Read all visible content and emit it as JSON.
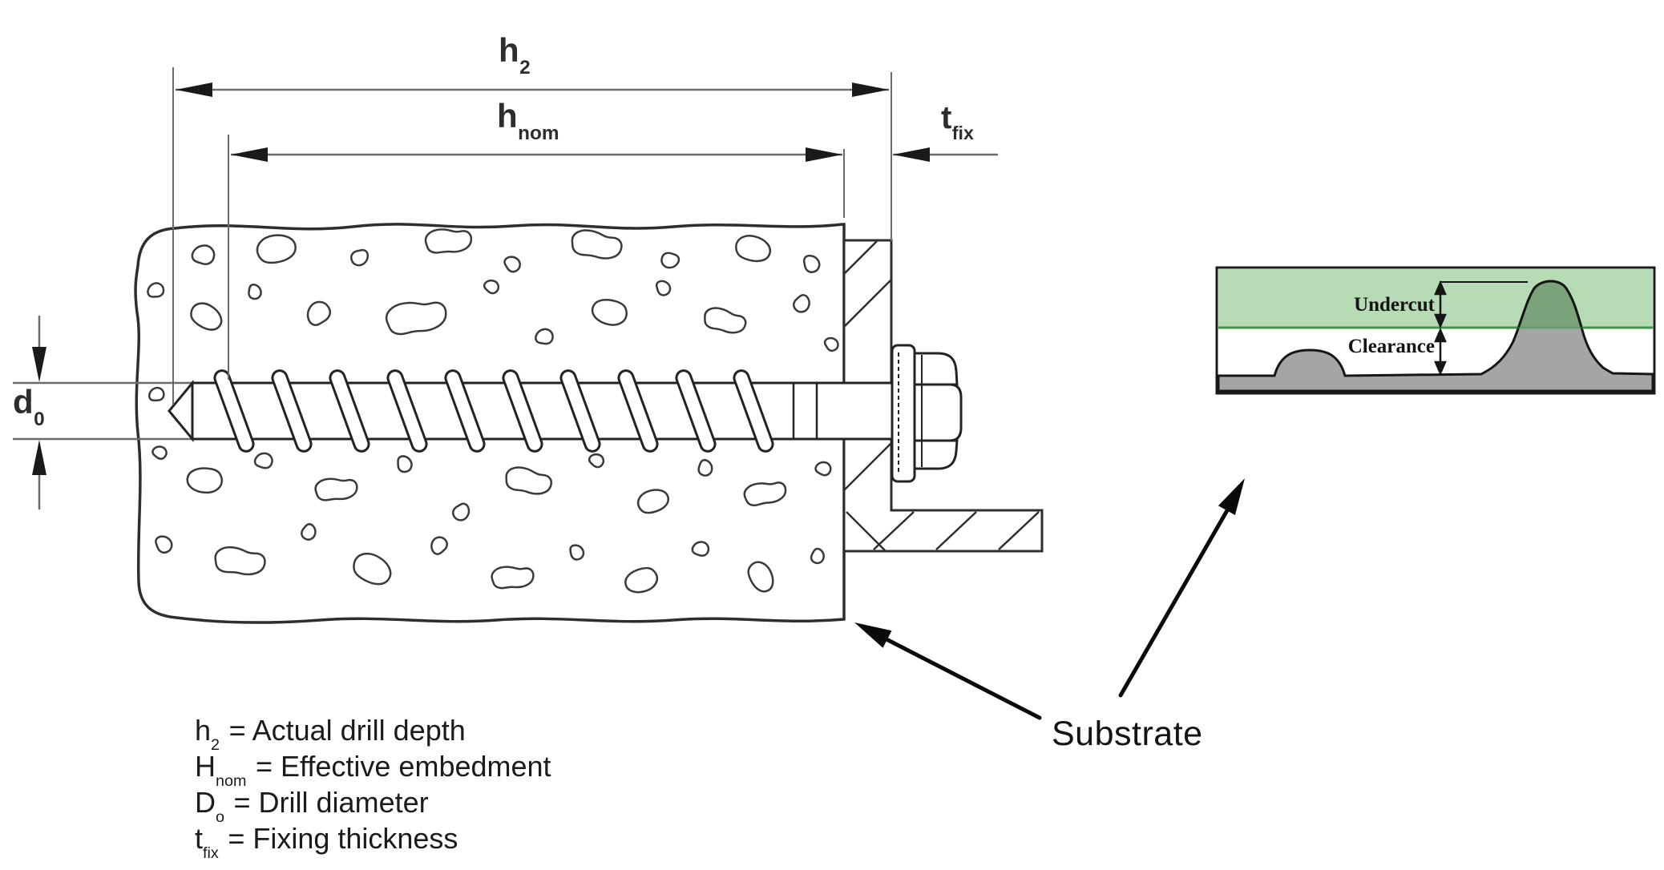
{
  "figure": {
    "dimension_labels": {
      "h2": {
        "base": "h",
        "sub": "2"
      },
      "hnom": {
        "base": "h",
        "sub": "nom"
      },
      "tfix": {
        "base": "t",
        "sub": "fix"
      },
      "d0": {
        "base": "d",
        "sub": "0"
      }
    },
    "legend": {
      "items": [
        {
          "base": "h",
          "sub": "2",
          "desc": "= Actual drill depth"
        },
        {
          "base": "H",
          "sub": "nom",
          "desc": "= Effective embedment"
        },
        {
          "base": "D",
          "sub": "o",
          "desc": "= Drill diameter"
        },
        {
          "base": "t",
          "sub": "fix",
          "desc": "= Fixing thickness"
        }
      ]
    },
    "callout": {
      "label": "Substrate"
    },
    "inset": {
      "labels": {
        "undercut": "Undercut",
        "clearance": "Clearance"
      },
      "colors": {
        "band_green": "#b7dcb5",
        "line_green": "#3a9747",
        "substrate_gray": "#a5a5a5",
        "peak_overlap": "#7aa37a",
        "border": "#1c1c1c"
      }
    },
    "colors": {
      "drawing_line": "#2e2e2e",
      "dimension_line": "#6a6a6a",
      "arrowhead": "#1a1a1a",
      "background": "#ffffff"
    }
  }
}
